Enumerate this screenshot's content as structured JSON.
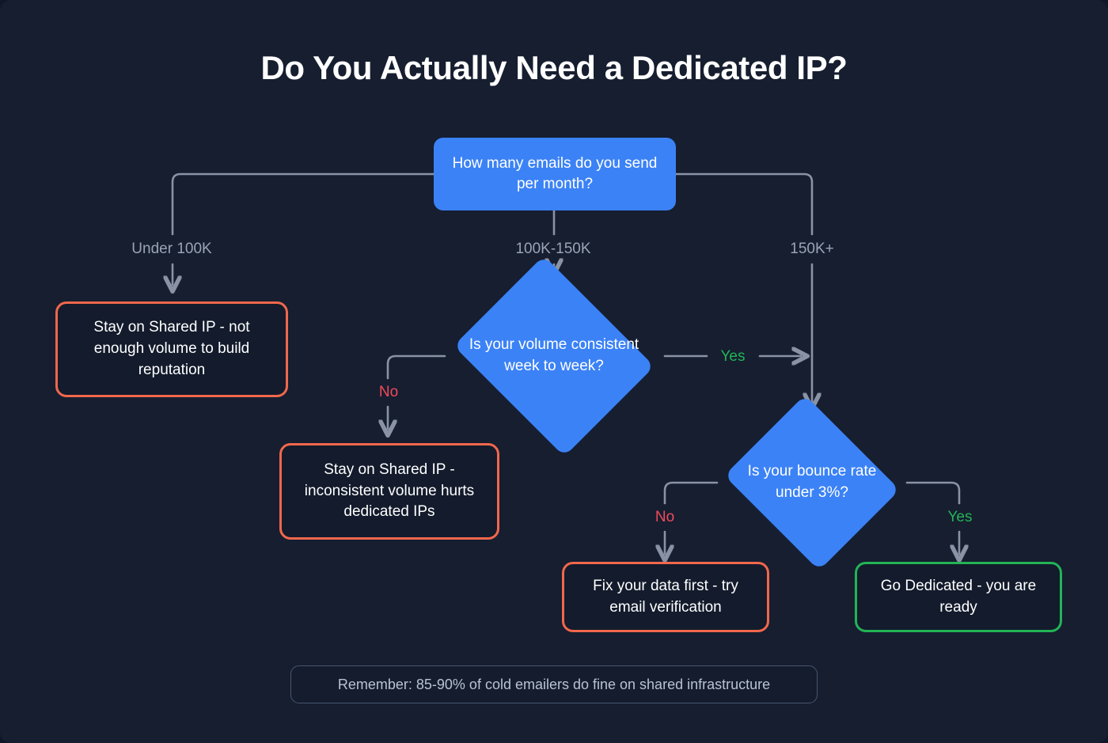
{
  "title": "Do You Actually Need a Dedicated IP?",
  "colors": {
    "background": "#161e30",
    "process": "#3b82f6",
    "danger": "#f2674c",
    "success": "#22b455",
    "connector": "#8a93a5",
    "label_muted": "#9aa4b6",
    "label_no": "#ef4a5a",
    "label_yes": "#22b455"
  },
  "nodes": {
    "root": "How many emails do you send per month?",
    "decision_volume": "Is your volume consistent week to week?",
    "decision_bounce": "Is your bounce rate under 3%?",
    "outcome_low_volume": "Stay on Shared IP - not enough volume to build reputation",
    "outcome_inconsistent": "Stay on Shared IP - inconsistent volume hurts dedicated IPs",
    "outcome_fix_data": "Fix your data first - try email verification",
    "outcome_go_dedicated": "Go Dedicated - you are ready"
  },
  "edge_labels": {
    "under_100k": "Under 100K",
    "between_100k_150k": "100K-150K",
    "over_150k": "150K+",
    "volume_no": "No",
    "volume_yes": "Yes",
    "bounce_no": "No",
    "bounce_yes": "Yes"
  },
  "footer": "Remember: 85-90% of cold emailers do fine on shared infrastructure"
}
